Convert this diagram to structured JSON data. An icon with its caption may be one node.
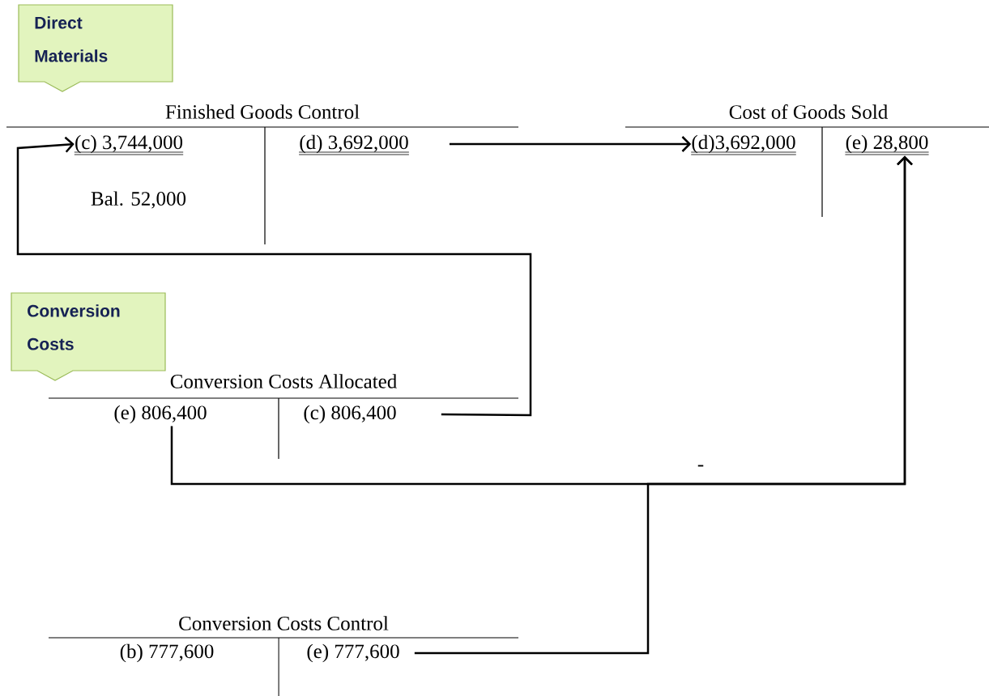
{
  "diagram": {
    "nodes": [
      {
        "text": [
          "Direct Materials"
        ]
      },
      {
        "text": [
          "(c) 3,744,000"
        ]
      },
      {
        "text": [
          "(d)   3,692,000"
        ]
      },
      {
        "text": [
          "(d)3,692,000"
        ]
      },
      {
        "text": [
          "(e) 28,800"
        ]
      },
      {
        "text": [
          "Conversion Costs"
        ]
      },
      {
        "text": [
          "(e) 806,400"
        ]
      },
      {
        "text": [
          "(c) 806,400"
        ]
      },
      {
        "text": [
          "(b) 777,600"
        ]
      },
      {
        "text": [
          "(e)  777,600"
        ]
      }
    ],
    "edges": [
      {
        "from": 2,
        "to": 3,
        "arrow": "to"
      },
      {
        "from": 7,
        "to": 1,
        "arrow": "to"
      },
      {
        "from": 6,
        "to": 4,
        "arrow": "to",
        "label": "-"
      },
      {
        "from": 9,
        "to": 4,
        "arrow": "to"
      }
    ],
    "labels": [
      "Finished Goods Control",
      "Bal. 52,000",
      "Cost of Goods Sold",
      "Conversion Costs Allocated",
      "Conversion Costs Control"
    ]
  }
}
